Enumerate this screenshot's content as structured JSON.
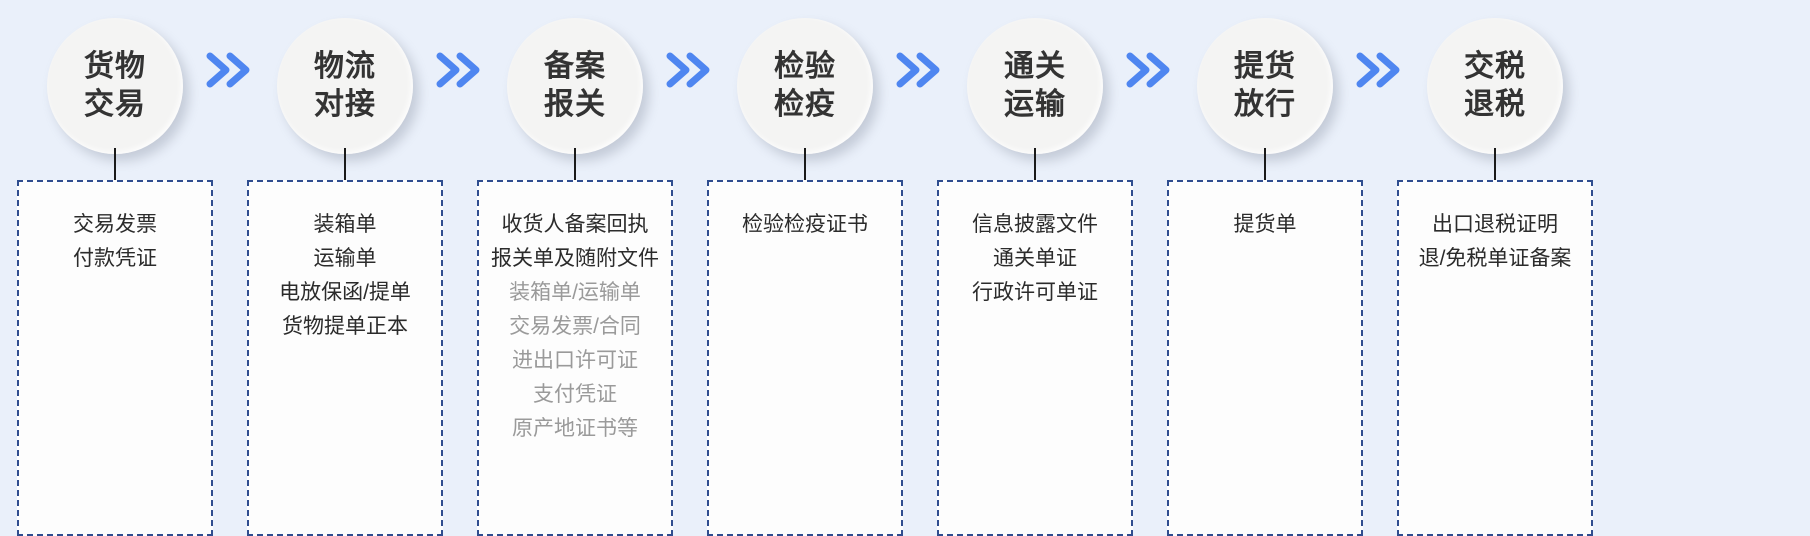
{
  "theme": {
    "background": "#eaf0fa",
    "circle_fill": "#f4f4f3",
    "circle_text": "#333333",
    "arrow_color": "#4f86f0",
    "box_border": "#2f4d8f",
    "box_fill": "#fdfdfd",
    "doc_text": "#2b2b2b",
    "doc_text_muted": "#9a9a9a",
    "stem_color": "#1a1a1a"
  },
  "arrow_icon_name": "double-chevron-right-icon",
  "steps": [
    {
      "id": "goods-transaction",
      "line1": "货物",
      "line2": "交易",
      "documents": [
        {
          "text": "交易发票",
          "muted": false
        },
        {
          "text": "付款凭证",
          "muted": false
        }
      ]
    },
    {
      "id": "logistics-docking",
      "line1": "物流",
      "line2": "对接",
      "documents": [
        {
          "text": "装箱单",
          "muted": false
        },
        {
          "text": "运输单",
          "muted": false
        },
        {
          "text": "电放保函/提单",
          "muted": false
        },
        {
          "text": "货物提单正本",
          "muted": false
        }
      ]
    },
    {
      "id": "filing-declaration",
      "line1": "备案",
      "line2": "报关",
      "documents": [
        {
          "text": "收货人备案回执",
          "muted": false
        },
        {
          "text": "报关单及随附文件",
          "muted": false
        },
        {
          "text": "装箱单/运输单",
          "muted": true
        },
        {
          "text": "交易发票/合同",
          "muted": true
        },
        {
          "text": "进出口许可证",
          "muted": true
        },
        {
          "text": "支付凭证",
          "muted": true
        },
        {
          "text": "原产地证书等",
          "muted": true
        }
      ]
    },
    {
      "id": "inspection-quarantine",
      "line1": "检验",
      "line2": "检疫",
      "documents": [
        {
          "text": "检验检疫证书",
          "muted": false
        }
      ]
    },
    {
      "id": "customs-transport",
      "line1": "通关",
      "line2": "运输",
      "documents": [
        {
          "text": "信息披露文件",
          "muted": false
        },
        {
          "text": "通关单证",
          "muted": false
        },
        {
          "text": "行政许可单证",
          "muted": false
        }
      ]
    },
    {
      "id": "pickup-release",
      "line1": "提货",
      "line2": "放行",
      "documents": [
        {
          "text": "提货单",
          "muted": false
        }
      ]
    },
    {
      "id": "tax-refund",
      "line1": "交税",
      "line2": "退税",
      "documents": [
        {
          "text": "出口退税证明",
          "muted": false
        },
        {
          "text": "退/免税单证备案",
          "muted": false
        }
      ]
    }
  ]
}
